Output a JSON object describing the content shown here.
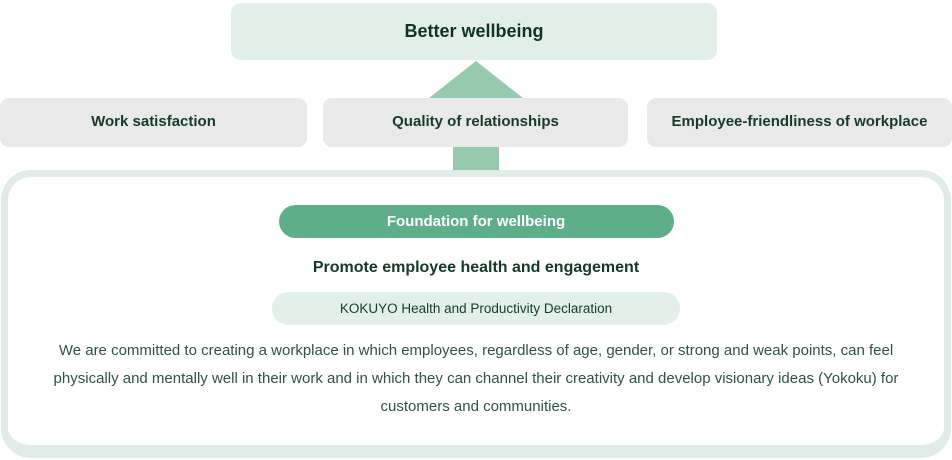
{
  "diagram": {
    "top_box": {
      "label": "Better wellbeing"
    },
    "pillars": [
      {
        "label": "Work satisfaction"
      },
      {
        "label": "Quality of relationships"
      },
      {
        "label": "Employee-friendliness of workplace"
      }
    ],
    "foundation": {
      "title": "Foundation for wellbeing",
      "subtitle": "Promote employee health and engagement",
      "declaration_label": "KOKUYO Health and Productivity Declaration",
      "description": "We are committed to creating a workplace in which employees, regardless of age, gender, or strong and weak points, can feel physically and mentally well in their work and in which they can channel their creativity and develop visionary ideas (Yokoku) for customers and communities."
    },
    "icons": {
      "up_arrow": "up-arrow-icon"
    },
    "colors": {
      "accent_green": "#5eae89",
      "arrow_green": "#97c9ae",
      "mint_light": "#e2eee8",
      "panel_border": "#e1ece6",
      "pillar_gray": "#e9e9e9",
      "text_dark_green": "#123a26",
      "body_text_green": "#2e5342"
    }
  }
}
